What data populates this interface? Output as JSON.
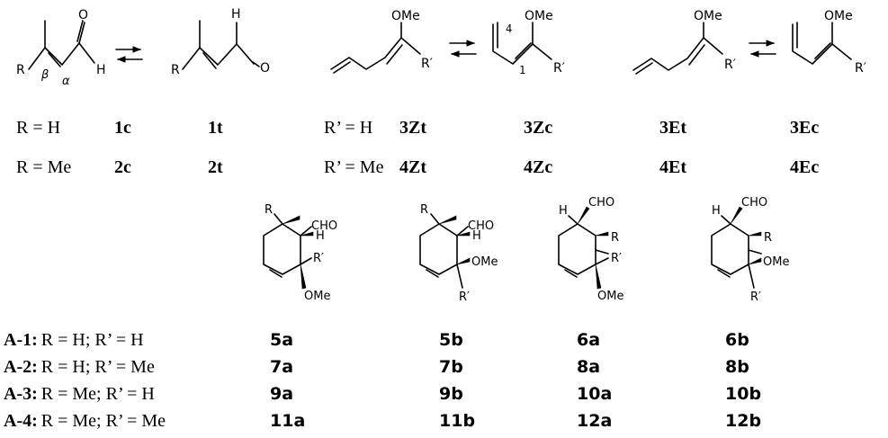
{
  "top_structures": {
    "s1": {
      "atoms": {
        "R": "R",
        "H": "H",
        "O": "O"
      },
      "locants": {
        "beta": "β",
        "alpha": "α"
      }
    },
    "s2": {
      "atoms": {
        "R": "R",
        "H": "H",
        "O": "O"
      }
    },
    "s3": {
      "atoms": {
        "OMe": "OMe",
        "Rp": "R′"
      }
    },
    "s4": {
      "atoms": {
        "OMe": "OMe",
        "Rp": "R′"
      },
      "locants": {
        "c4": "4",
        "c1": "1"
      }
    },
    "s5": {
      "atoms": {
        "OMe": "OMe",
        "Rp": "R′"
      }
    },
    "s6": {
      "atoms": {
        "OMe": "OMe",
        "Rp": "R′"
      }
    }
  },
  "compound_rows": [
    {
      "label": "R = H",
      "ids": [
        "1c",
        "1t"
      ]
    },
    {
      "label": "R = Me",
      "ids": [
        "2c",
        "2t"
      ]
    }
  ],
  "diene_rows": [
    {
      "label": "R’ = H",
      "ids": [
        "3Zt",
        "3Zc",
        "3Et",
        "3Ec"
      ]
    },
    {
      "label": "R’ = Me",
      "ids": [
        "4Zt",
        "4Zc",
        "4Et",
        "4Ec"
      ]
    }
  ],
  "adducts": {
    "s5a": {
      "R": "R",
      "CHO": "CHO",
      "H": "H",
      "Rp": "R′",
      "OMe": "OMe"
    },
    "s5b": {
      "R": "R",
      "CHO": "CHO",
      "H": "H",
      "OMe": "OMe",
      "Rp": "R′"
    },
    "s6a": {
      "H": "H",
      "CHO": "CHO",
      "R": "R",
      "Rp": "R′",
      "OMe": "OMe"
    },
    "s6b": {
      "H": "H",
      "CHO": "CHO",
      "R": "R",
      "OMe": "OMe",
      "Rp": "R′"
    }
  },
  "adduct_rows": [
    {
      "label_bold": "A-1:",
      "label": "R = H; R’ = H",
      "ids": [
        "5a",
        "5b",
        "6a",
        "6b"
      ]
    },
    {
      "label_bold": "A-2:",
      "label": "R = H; R’ = Me",
      "ids": [
        "7a",
        "7b",
        "8a",
        "8b"
      ]
    },
    {
      "label_bold": "A-3:",
      "label": "R = Me; R’ = H",
      "ids": [
        "9a",
        "9b",
        "10a",
        "10b"
      ]
    },
    {
      "label_bold": "A-4:",
      "label": "R = Me; R’ = Me",
      "ids": [
        "11a",
        "11b",
        "12a",
        "12b"
      ]
    }
  ]
}
